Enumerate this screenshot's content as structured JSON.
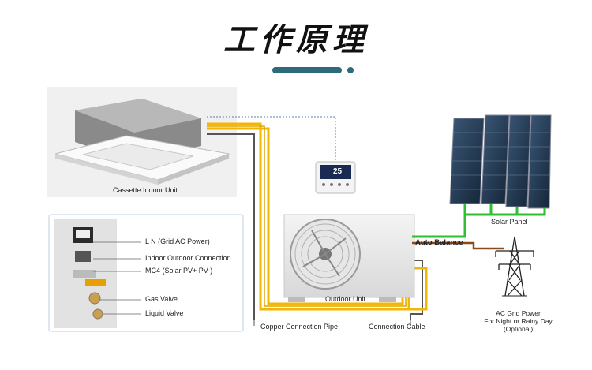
{
  "title": "工作原理",
  "labels": {
    "indoor_unit": "Cassette Indoor Unit",
    "outdoor_unit": "Outdoor Unit",
    "solar_panel": "Solar Panel",
    "auto_balance": "Auto Balance",
    "ac_grid_line1": "AC Grid Power",
    "ac_grid_line2": "For Night or Rainy Day",
    "ac_grid_line3": "(Optional)",
    "copper_pipe": "Copper Connection Pipe",
    "connection_cable": "Connection Cable",
    "thermostat_display": "25"
  },
  "detail_callouts": [
    "L N (Grid AC Power)",
    "Indoor Outdoor Connection",
    "MC4 (Solar PV+ PV-)",
    "Gas Valve",
    "Liquid Valve"
  ],
  "colors": {
    "accent_bar": "#2e6b7a",
    "pipe_yellow": "#f2b705",
    "cable_gray": "#555555",
    "solar_green": "#2fbf2f",
    "grid_brown": "#8a4a1c",
    "panel_blue": "#1f3550"
  }
}
